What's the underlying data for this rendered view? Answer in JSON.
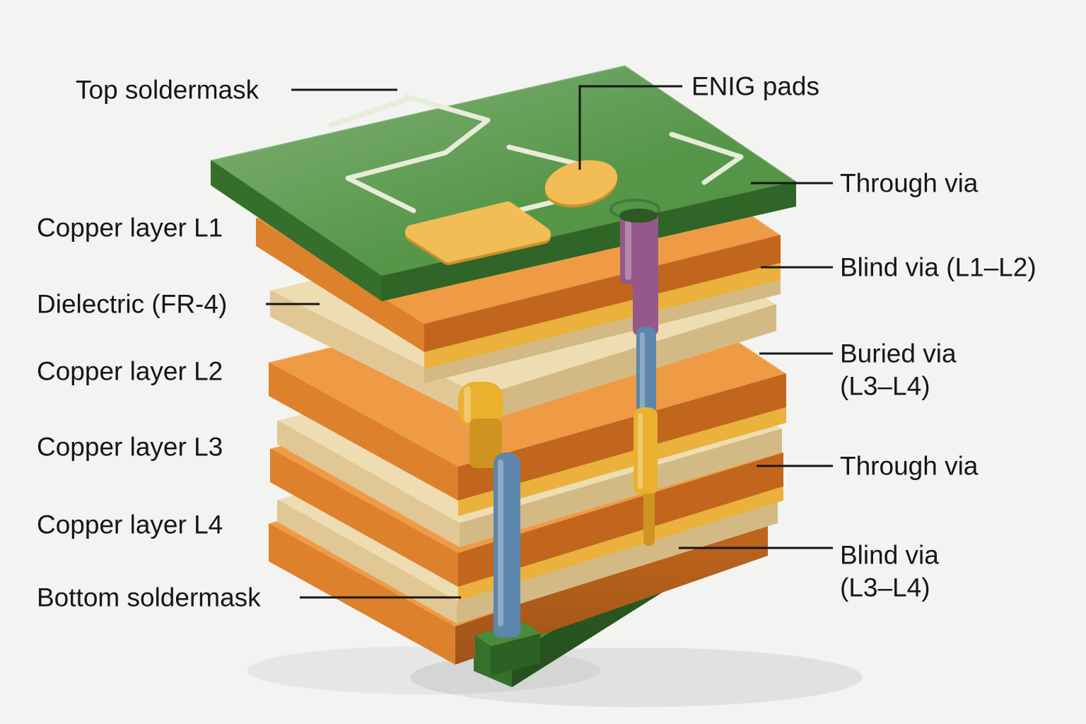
{
  "colors": {
    "background": "#f3f3f1",
    "label": "#161616",
    "leader": "#161616",
    "trace": "#e7ecd9",
    "pad_gold": "#f2bd55",
    "pad_gold_edge": "#c9912e",
    "gold_band": "#eab23c",
    "via_purple": "#96578b",
    "via_blue": "#5c86ab",
    "via_gold": "#eab02e",
    "via_gold_deep": "#cf9420",
    "notch_green": "#2c5a22"
  },
  "layers": [
    {
      "id": "top-soldermask",
      "label": "Top soldermask",
      "color_top": "#4e9140",
      "color_left": "#356f2b",
      "color_right": "#2f6527"
    },
    {
      "id": "copper-l1",
      "label": "Copper layer L1",
      "color_top": "#ef9b45",
      "color_left": "#dd812d",
      "color_right": "#c2661d"
    },
    {
      "id": "dielectric-1",
      "label": "Dielectric (FR-4)",
      "color_top": "#eedcb2",
      "color_left": "#e0c794",
      "color_right": "#d3ba85"
    },
    {
      "id": "copper-l2",
      "label": "Copper layer L2",
      "color_top": "#ef9b45",
      "color_left": "#dd812d",
      "color_right": "#c2661d"
    },
    {
      "id": "dielectric-2",
      "label": "Dielectric (FR-4)",
      "color_top": "#eedcb2",
      "color_left": "#e0c794",
      "color_right": "#d3ba85"
    },
    {
      "id": "copper-l3",
      "label": "Copper layer L3",
      "color_top": "#ef9b45",
      "color_left": "#dd812d",
      "color_right": "#c2661d"
    },
    {
      "id": "dielectric-3",
      "label": "Dielectric (FR-4)",
      "color_top": "#eedcb2",
      "color_left": "#e0c794",
      "color_right": "#d3ba85"
    },
    {
      "id": "copper-l4",
      "label": "Copper layer L4",
      "color_top": "#ef9b45",
      "color_left": "#dd812d",
      "color_right": "#c2661d"
    },
    {
      "id": "bottom-soldermask",
      "label": "Bottom soldermask",
      "color_top": "#4a8c3c",
      "color_left": "#36702b",
      "color_right": "#2d6024"
    }
  ],
  "labels": {
    "left": [
      {
        "id": "top-soldermask",
        "text": "Top soldermask"
      },
      {
        "id": "copper-layer-l1",
        "text": "Copper layer L1"
      },
      {
        "id": "dielectric-fr4",
        "text": "Dielectric (FR-4)"
      },
      {
        "id": "copper-layer-l2",
        "text": "Copper layer L2"
      },
      {
        "id": "copper-layer-l3",
        "text": "Copper layer L3"
      },
      {
        "id": "copper-layer-l4",
        "text": "Copper layer L4"
      },
      {
        "id": "bottom-soldermask",
        "text": "Bottom soldermask"
      }
    ],
    "right": [
      {
        "id": "enig-pads",
        "line1": "ENIG pads",
        "line2": ""
      },
      {
        "id": "through-via-top",
        "line1": "Through via",
        "line2": ""
      },
      {
        "id": "blind-via-l1-l2",
        "line1": "Blind via (L1–L2)",
        "line2": ""
      },
      {
        "id": "buried-via-l3-l4",
        "line1": "Buried via",
        "line2": "(L3–L4)"
      },
      {
        "id": "through-via-bottom",
        "line1": "Through via",
        "line2": ""
      },
      {
        "id": "blind-via-l3-l4",
        "line1": "Blind via",
        "line2": "(L3–L4)"
      }
    ]
  }
}
